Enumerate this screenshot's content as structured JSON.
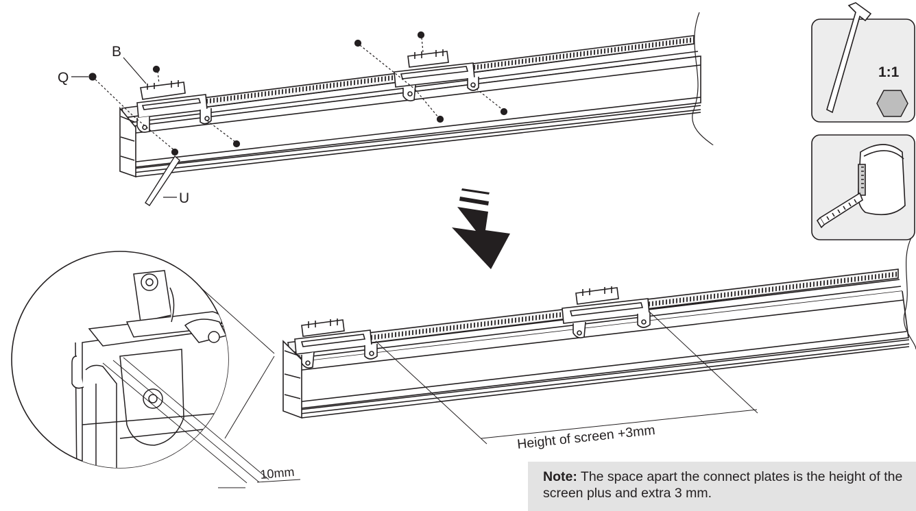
{
  "labels": {
    "b": "B",
    "q": "Q",
    "u": "U",
    "scale": "1:1",
    "height_dimension": "Height of screen +3mm",
    "offset_dimension": "10mm"
  },
  "note": {
    "title": "Note:",
    "text": "The space apart the connect plates is the height of the screen plus and extra 3 mm."
  },
  "icons": [
    "hex-key-icon",
    "hexagon-icon",
    "tape-measure-icon",
    "down-arrow-icon"
  ],
  "colors": {
    "line": "#231f20",
    "arrow": "#231f20",
    "note_background": "#e3e3e3",
    "panel_border": "#231f20"
  }
}
